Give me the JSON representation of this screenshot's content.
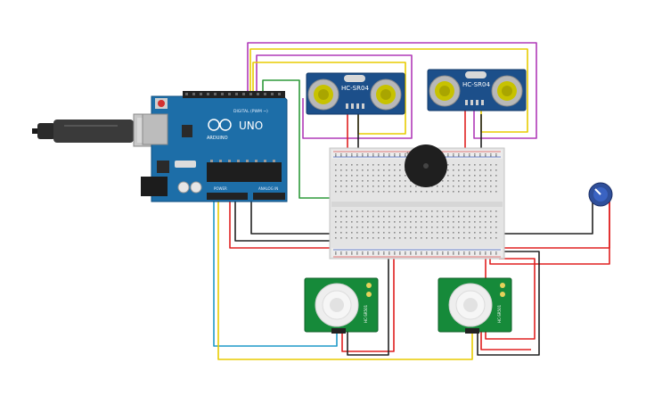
{
  "labels": {
    "arduino_brand": "ARDUINO",
    "arduino_model": "UNO",
    "arduino_digital": "DIGITAL (PWM ~)",
    "arduino_power": "POWER",
    "arduino_analog": "ANALOG IN",
    "ultrasonic_1": "HC-SR04",
    "ultrasonic_2": "HC-SR04",
    "pir_1_model": "HC-SR501",
    "pir_2_model": "HC-SR501"
  },
  "colors": {
    "wire_red": "#e02020",
    "wire_black": "#222222",
    "wire_yellow": "#e8cc00",
    "wire_magenta": "#b03ab8",
    "wire_green": "#2e9a3a",
    "wire_cyan": "#1f9ac8",
    "arduino_board": "#1d6ea8",
    "sensor_board": "#1c4f8a",
    "pir_board": "#168a3a",
    "breadboard": "#e4e4e4"
  },
  "icons": {
    "usb_cable": "usb-cable-icon",
    "buzzer": "piezo-buzzer-icon",
    "potentiometer": "potentiometer-icon"
  }
}
